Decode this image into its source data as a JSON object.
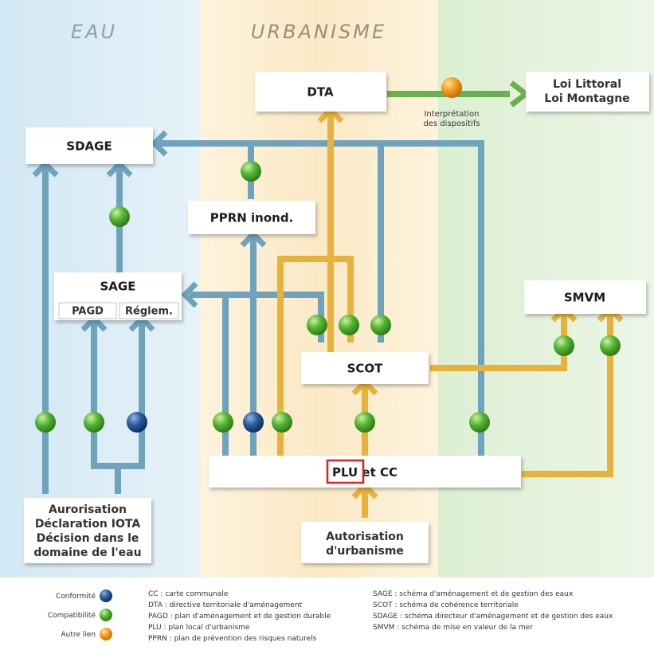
{
  "columns": {
    "eau": "EAU",
    "urbanisme": "URBANISME"
  },
  "boxes": {
    "dta": "DTA",
    "loi": [
      "Loi Littoral",
      "Loi Montagne"
    ],
    "sdage": "SDAGE",
    "pprn": "PPRN inond.",
    "sage": "SAGE",
    "pagd": "PAGD",
    "reglem": "Réglem.",
    "smvm": "SMVM",
    "scot": "SCOT",
    "plu_highlight": "PLU",
    "plu_rest": " et CC",
    "autorisation_eau": [
      "Aurorisation",
      "Déclaration IOTA",
      "Décision dans le",
      "domaine de l'eau"
    ],
    "autorisation_urb": [
      "Autorisation",
      "d'urbanisme"
    ]
  },
  "interpretation_caption": [
    "Interprétation",
    "des dispositifs"
  ],
  "legend": {
    "keys": [
      {
        "label": "Conformité",
        "color": "#1f4e8c"
      },
      {
        "label": "Compatibilité",
        "color": "#4caf2a"
      },
      {
        "label": "Autre lien",
        "color": "#f39a1e"
      }
    ],
    "col1": [
      "CC : carte communale",
      "DTA : directive territoriale d'aménagement",
      "PAGD : plan d'aménagement et de gestion durable",
      "PLU : plan local d'urbanisme",
      "PPRN : plan de prévention des risques naturels"
    ],
    "col2": [
      "SAGE : schéma d'aménagement et de gestion des eaux",
      "SCOT : schéma de cohérence territoriale",
      "SDAGE : schéma directeur d'aménagement et de gestion des eaux",
      "SMVM : schéma de mise en valeur de la mer"
    ]
  },
  "colors": {
    "blue_line": "#6fa3bd",
    "yellow_line": "#e8b23a",
    "green_line": "#6ab04c",
    "bg_eau": "#dcedf6",
    "bg_urb": "#fbeed3",
    "bg_right": "#e3f0dc",
    "highlight": "#e02020"
  }
}
